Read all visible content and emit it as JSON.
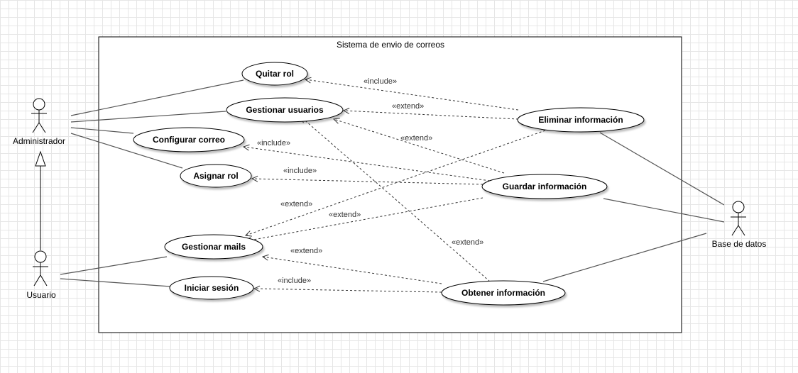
{
  "system": {
    "title": "Sistema de envio de correos"
  },
  "actors": {
    "administrador": "Administrador",
    "usuario": "Usuario",
    "base_datos": "Base de datos"
  },
  "use_cases": {
    "quitar_rol": "Quitar rol",
    "gestionar_usuarios": "Gestionar usuarios",
    "configurar_correo": "Configurar correo",
    "asignar_rol": "Asignar rol",
    "gestionar_mails": "Gestionar mails",
    "iniciar_sesion": "Iniciar sesión",
    "eliminar_informacion": "Eliminar información",
    "guardar_informacion": "Guardar información",
    "obtener_informacion": "Obtener información"
  },
  "relations": {
    "include": "«include»",
    "extend": "«extend»"
  }
}
